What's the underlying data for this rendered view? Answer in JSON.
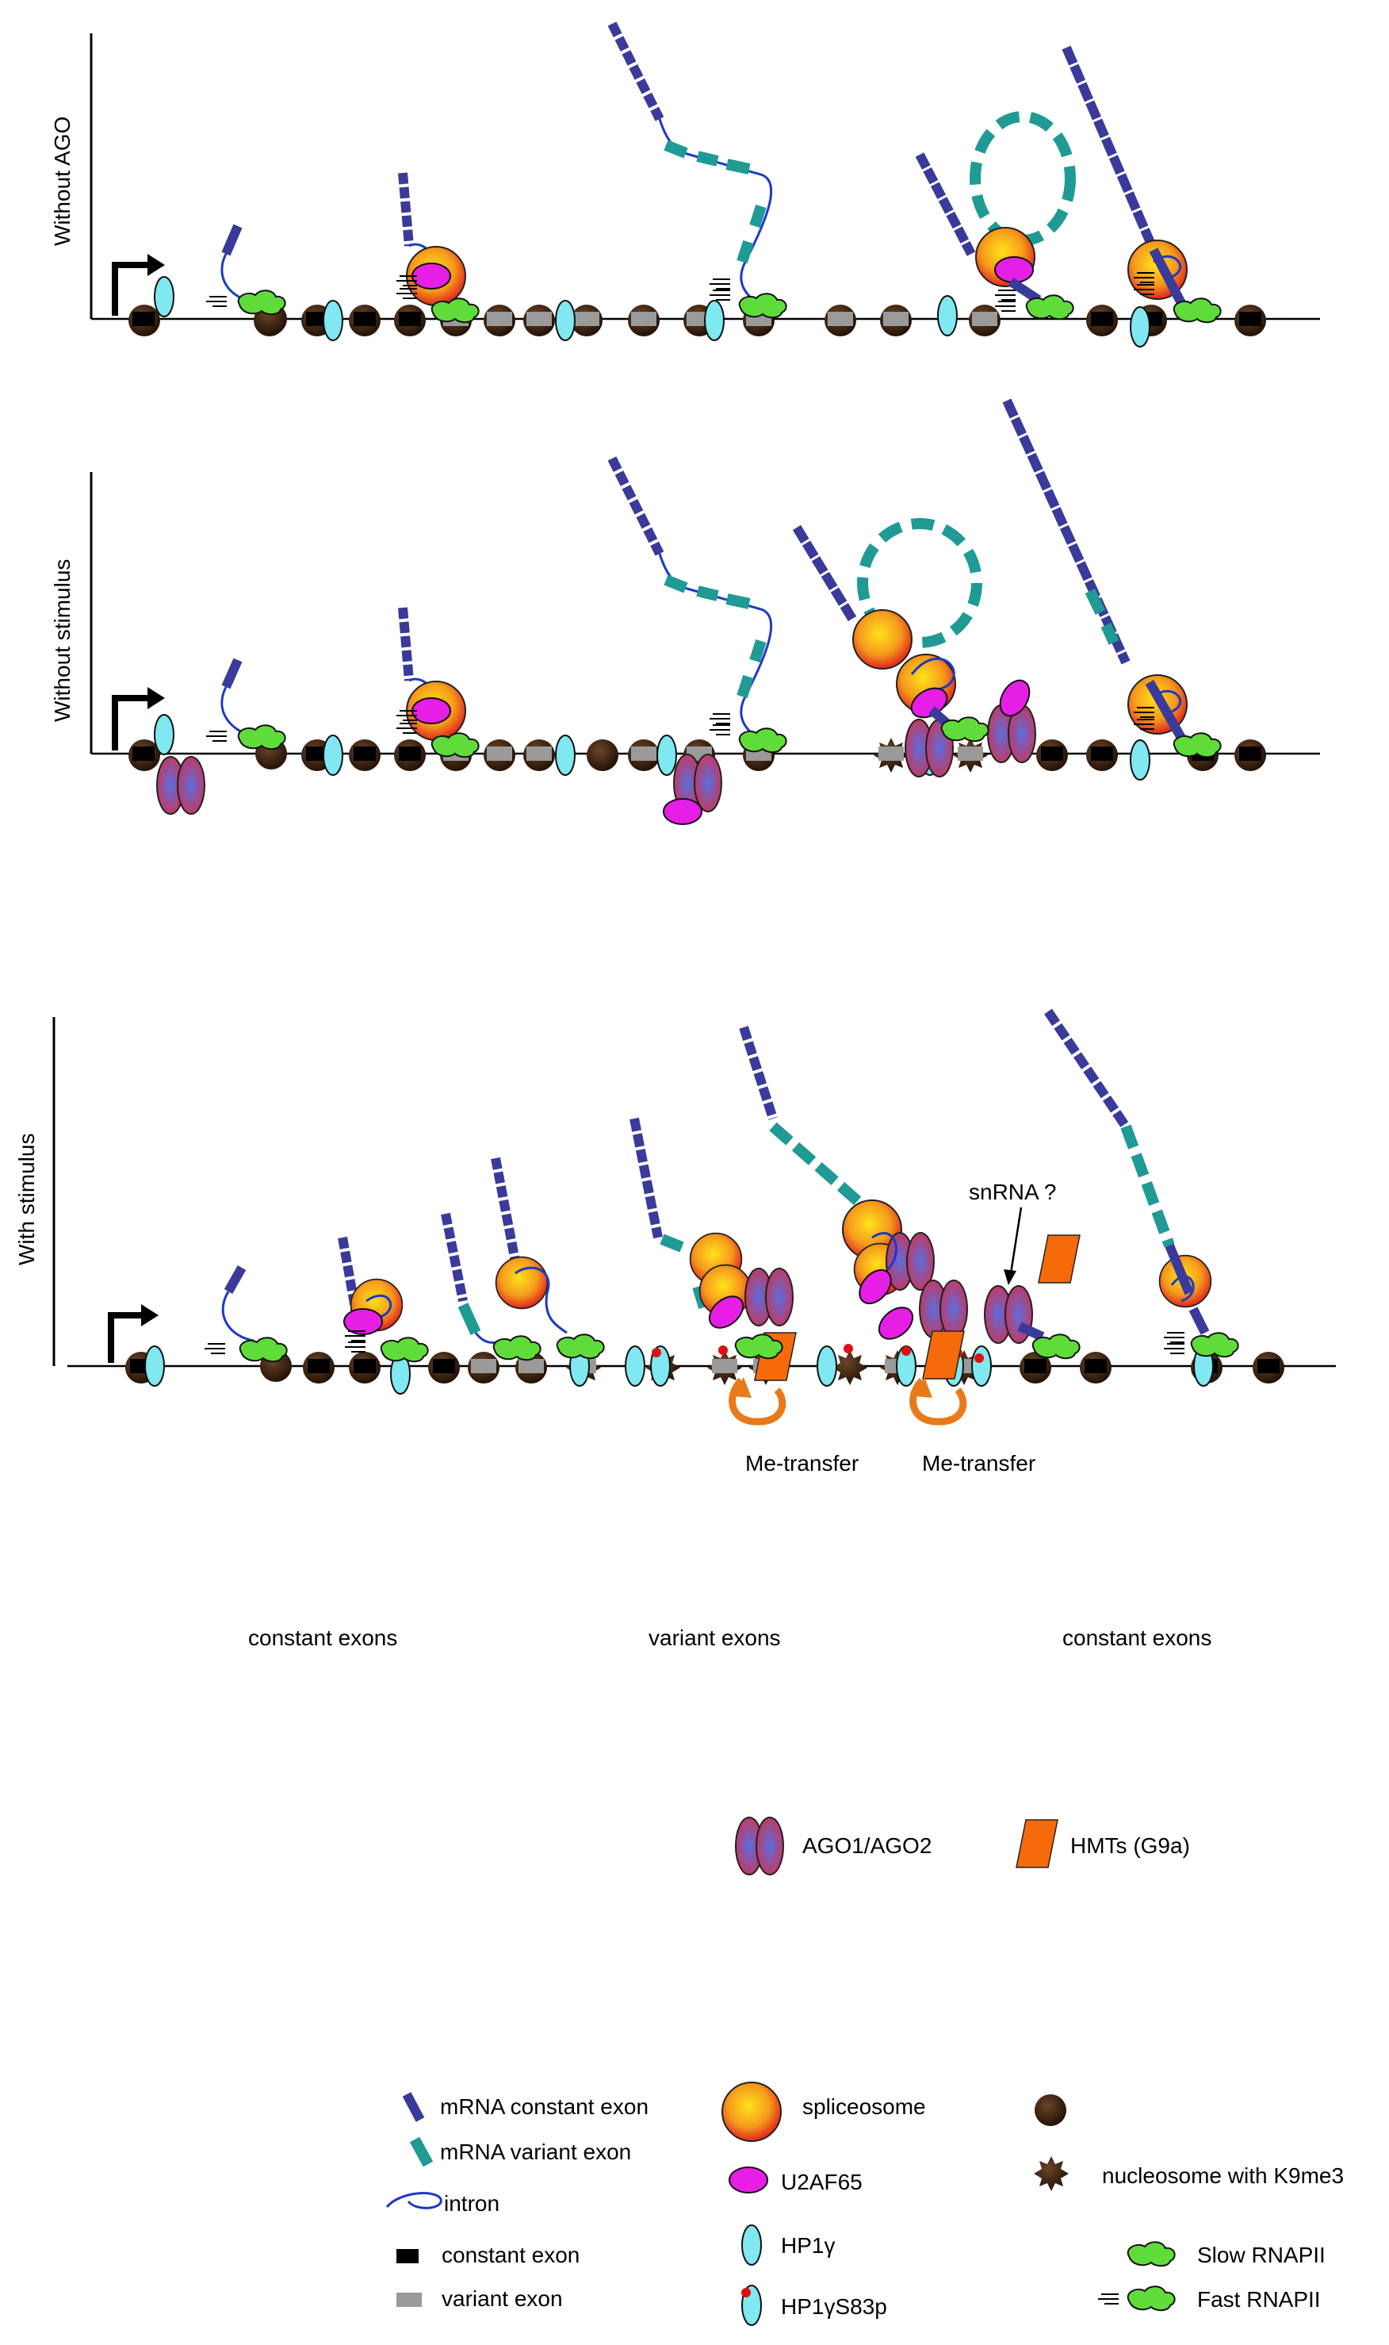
{
  "panels": {
    "without_ago": {
      "label": "Without AGO"
    },
    "without_stimulus": {
      "label": "Without stimulus"
    },
    "with_stimulus": {
      "label": "With stimulus"
    }
  },
  "annotations": {
    "snrna": "snRNA ?",
    "me_transfer_1": "Me-transfer",
    "me_transfer_2": "Me-transfer"
  },
  "regions": {
    "constant_left": "constant exons",
    "variant": "variant exons",
    "constant_right": "constant exons"
  },
  "legend": {
    "ago": "AGO1/AGO2",
    "hmt": "HMTs (G9a)",
    "mrna_constant": "mRNA constant exon",
    "mrna_variant": "mRNA variant exon",
    "intron": "intron",
    "constant_exon": "constant exon",
    "variant_exon": "variant exon",
    "spliceosome": "spliceosome",
    "u2af65": "U2AF65",
    "hp1": "HP1γ",
    "hp1p": "HP1γS83p",
    "nucleosome_k9": "nucleosome with K9me3",
    "slow_rnapii": "Slow RNAPII",
    "fast_rnapii": "Fast RNAPII"
  },
  "colors": {
    "mrna_constant": "#3a3a9a",
    "mrna_variant": "#1f9a94",
    "intron": "#1d39c4",
    "constant_exon": "#000000",
    "variant_exon": "#9a9a9a",
    "nucleosome": "#3a2110",
    "spliceosome": "#f28c1c",
    "u2af65": "#e61ee6",
    "hp1": "#7fe8f0",
    "rnapii": "#5fdc3a",
    "ago": "#c83a5a",
    "hmt": "#f56a0a",
    "phospho": "#e01010"
  }
}
